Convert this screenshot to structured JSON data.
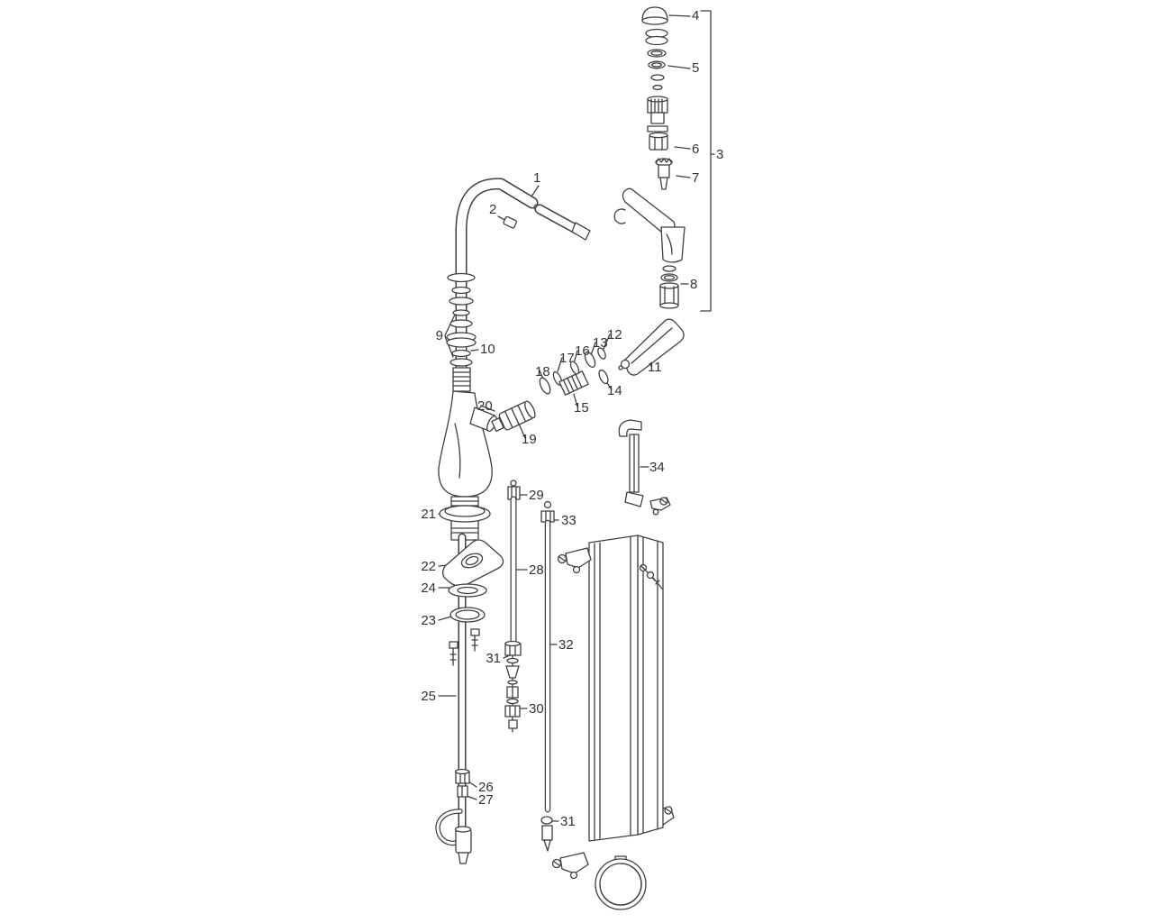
{
  "meta": {
    "background": "#ffffff",
    "line_color": "#3f3f3f",
    "label_color": "#333333"
  },
  "diagram": {
    "type": "exploded-parts-diagram",
    "subject": "pull-out kitchen faucet",
    "callouts": {
      "1": "1",
      "2": "2",
      "3": "3",
      "4": "4",
      "5": "5",
      "6": "6",
      "7": "7",
      "8": "8",
      "9": "9",
      "10": "10",
      "11": "11",
      "12": "12",
      "13": "13",
      "14": "14",
      "15": "15",
      "16": "16",
      "17": "17",
      "18": "18",
      "19": "19",
      "20": "20",
      "21": "21",
      "22": "22",
      "23": "23",
      "24": "24",
      "25": "25",
      "26": "26",
      "27": "27",
      "28": "28",
      "29": "29",
      "30": "30",
      "31": "31",
      "31b": "31",
      "32": "32",
      "33": "33",
      "34": "34"
    }
  }
}
